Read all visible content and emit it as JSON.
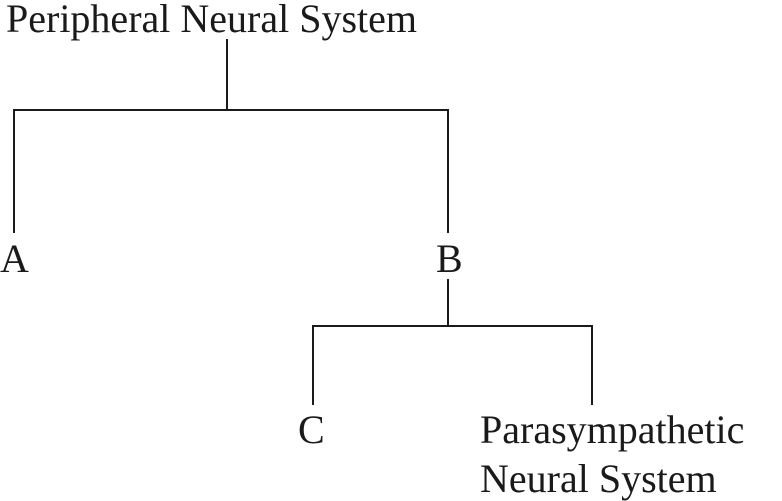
{
  "diagram": {
    "root": "Peripheral Neural System",
    "left_child": "A",
    "right_child": "B",
    "right_left_child": "C",
    "right_right_child_line1": "Parasympathetic",
    "right_right_child_line2": "Neural System"
  },
  "colors": {
    "ink": "#1a1a1a",
    "background": "#ffffff"
  }
}
